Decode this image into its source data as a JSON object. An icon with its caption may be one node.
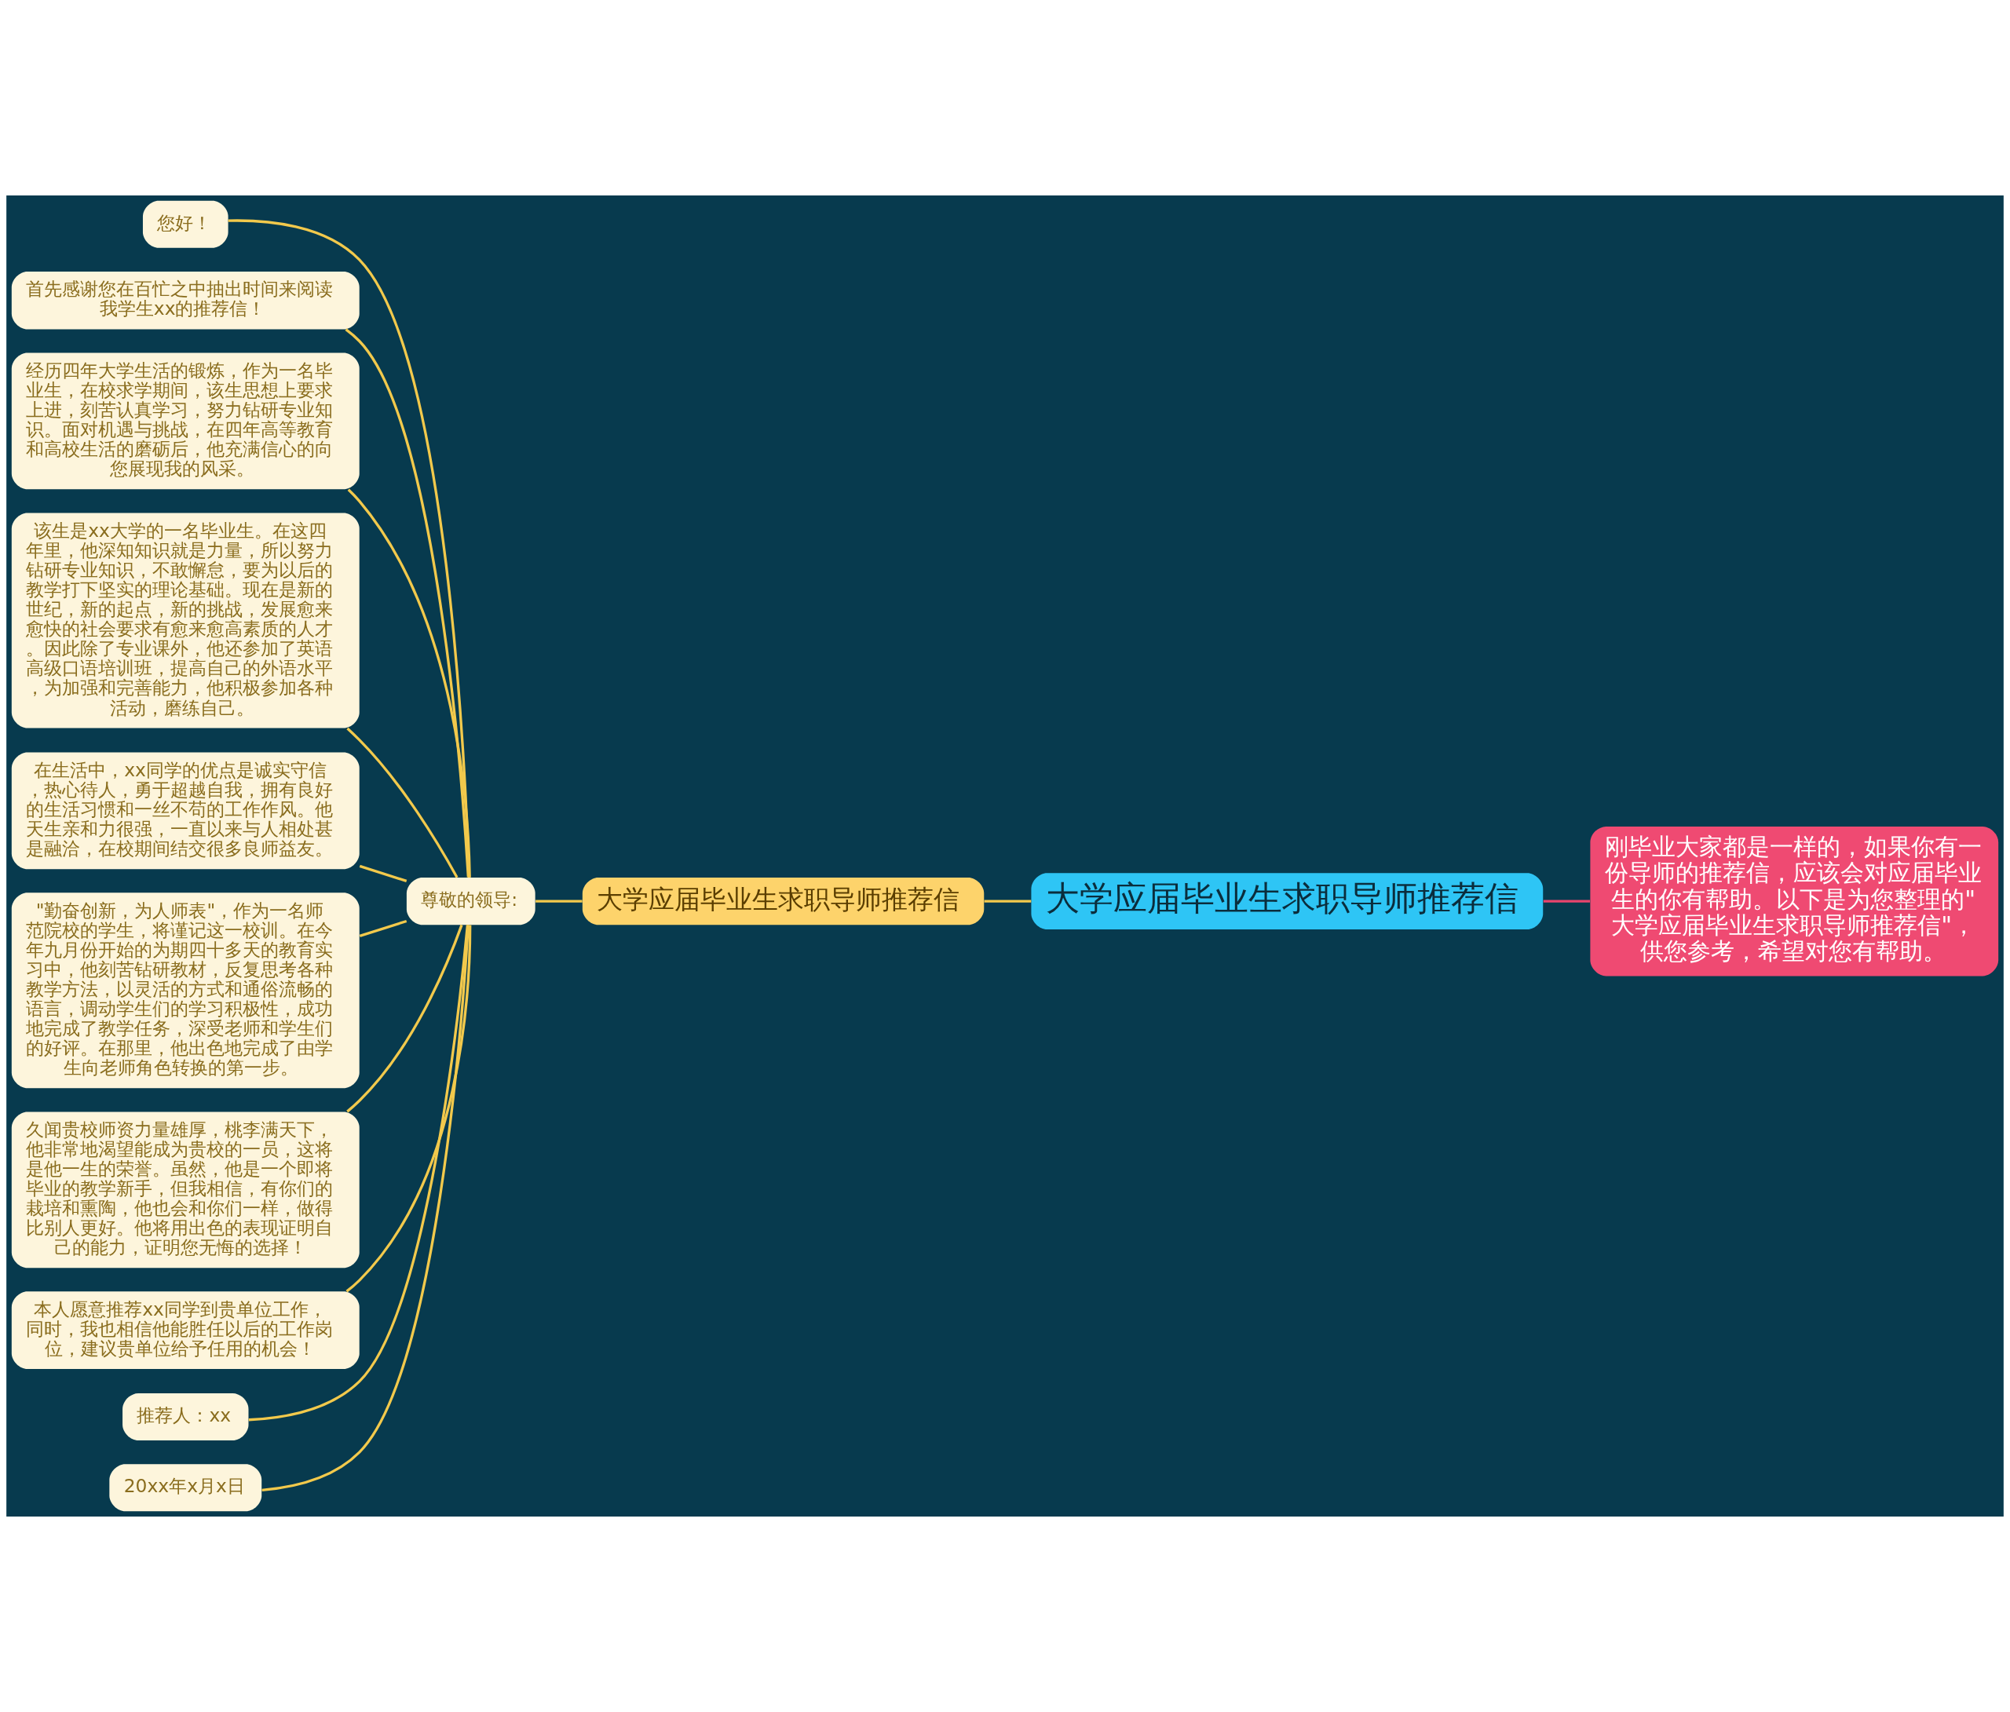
{
  "diagram": {
    "nodes": [
      {
        "text": [
          "大学应届毕业生求职导师推荐信"
        ]
      },
      {
        "text": [
          "刚毕业大家都是一样的，如果你有一份导师的推荐信，应该会对应届毕业生的你有帮助。以下是为您整理的\"大学应届毕业生求职导师推荐信\"，供您参考，希望对您有帮助。"
        ]
      },
      {
        "text": [
          "大学应届毕业生求职导师推荐信"
        ]
      },
      {
        "text": [
          "尊敬的领导:"
        ]
      },
      {
        "text": [
          "您好！"
        ]
      },
      {
        "text": [
          "首先感谢您在百忙之中抽出时间来阅读我学生xx的推荐信！"
        ]
      },
      {
        "text": [
          "经历四年大学生活的锻炼，作为一名毕业生，在校求学期间，该生思想上要求上进，刻苦认真学习，努力钻研专业知识。面对机遇与挑战，在四年高等教育和高校生活的磨砺后，他充满信心的向您展现我的风采。"
        ]
      },
      {
        "text": [
          "该生是xx大学的一名毕业生。在这四年里，他深知知识就是力量，所以努力钻研专业知识，不敢懈怠，要为以后的教学打下坚实的理论基础。现在是新的世纪，新的起点，新的挑战，发展愈来愈快的社会要求有愈来愈高素质的人才。因此除了专业课外，他还参加了英语高级口语培训班，提高自己的外语水平，为加强和完善能力，他积极参加各种活动，磨练自己。"
        ]
      },
      {
        "text": [
          "在生活中，xx同学的优点是诚实守信，热心待人，勇于超越自我，拥有良好的生活习惯和一丝不苟的工作作风。他天生亲和力很强，一直以来与人相处甚是融洽，在校期间结交很多良师益友。"
        ]
      },
      {
        "text": [
          "\"勤奋创新，为人师表\"，作为一名师范院校的学生，将谨记这一校训。在今年九月份开始的为期四十多天的教育实习中，他刻苦钻研教材，反复思考各种教学方法，以灵活的方式和通俗流畅的语言，调动学生们的学习积极性，成功地完成了教学任务，深受老师和学生们的好评。在那里，他出色地完成了由学生向老师角色转换的第一步。"
        ]
      },
      {
        "text": [
          "久闻贵校师资力量雄厚，桃李满天下，他非常地渴望能成为贵校的一员，这将是他一生的荣誉。虽然，他是一个即将毕业的教学新手，但我相信，有你们的栽培和熏陶，他也会和你们一样，做得比别人更好。他将用出色的表现证明自己的能力，证明您无悔的选择！"
        ]
      },
      {
        "text": [
          "本人愿意推荐xx同学到贵单位工作，同时，我也相信他能胜任以后的工作岗位，建议贵单位给予任用的机会！"
        ]
      },
      {
        "text": [
          "推荐人：xx"
        ]
      },
      {
        "text": [
          "20xx年x月x日"
        ]
      }
    ],
    "edges": [
      {
        "from": 0,
        "to": 1,
        "arrow": "none",
        "color": "#e8456d"
      },
      {
        "from": 0,
        "to": 2,
        "arrow": "none"
      },
      {
        "from": 2,
        "to": 3,
        "arrow": "none"
      },
      {
        "from": 3,
        "to": 4,
        "arrow": "none"
      },
      {
        "from": 3,
        "to": 5,
        "arrow": "none"
      },
      {
        "from": 3,
        "to": 6,
        "arrow": "none"
      },
      {
        "from": 3,
        "to": 7,
        "arrow": "none"
      },
      {
        "from": 3,
        "to": 8,
        "arrow": "none"
      },
      {
        "from": 3,
        "to": 9,
        "arrow": "none"
      },
      {
        "from": 3,
        "to": 10,
        "arrow": "none"
      },
      {
        "from": 3,
        "to": 11,
        "arrow": "none"
      },
      {
        "from": 3,
        "to": 12,
        "arrow": "none"
      },
      {
        "from": 3,
        "to": 13,
        "arrow": "none"
      }
    ]
  }
}
